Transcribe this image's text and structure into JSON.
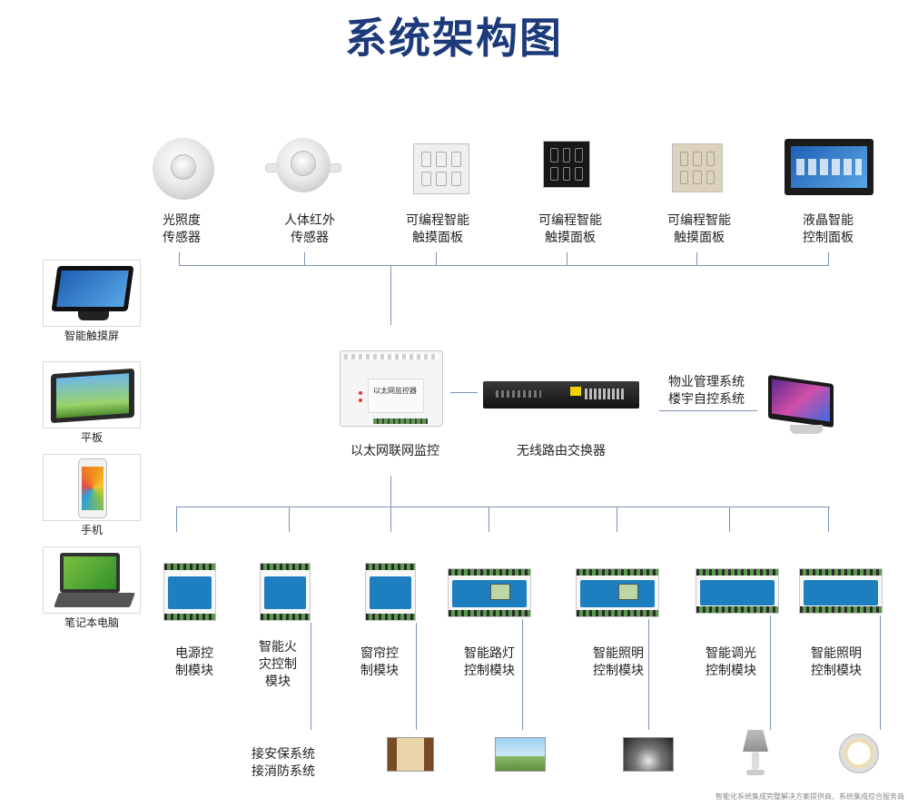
{
  "title": "系统架构图",
  "top_devices": [
    {
      "label": "光照度\n传感器",
      "icon": "light-sensor"
    },
    {
      "label": "人体红外\n传感器",
      "icon": "pir-sensor"
    },
    {
      "label": "可编程智能\n触摸面板",
      "icon": "touch-panel-white"
    },
    {
      "label": "可编程智能\n触摸面板",
      "icon": "touch-panel-black"
    },
    {
      "label": "可编程智能\n触摸面板",
      "icon": "touch-panel-champagne"
    },
    {
      "label": "液晶智能\n控制面板",
      "icon": "lcd-panel"
    }
  ],
  "clients": [
    {
      "label": "智能触摸屏",
      "icon": "touch-screen"
    },
    {
      "label": "平板",
      "icon": "tablet"
    },
    {
      "label": "手机",
      "icon": "phone"
    },
    {
      "label": "笔记本电脑",
      "icon": "laptop"
    }
  ],
  "core": {
    "ethernet_label": "以太网联网监控",
    "ethernet_device_text": "以太网监控器",
    "router_label": "无线路由交换器",
    "property_label": "物业管理系统\n楼宇自控系统"
  },
  "modules": [
    {
      "label": "电源控\n制模块"
    },
    {
      "label": "智能火\n灾控制\n模块"
    },
    {
      "label": "窗帘控\n制模块"
    },
    {
      "label": "智能路灯\n控制模块"
    },
    {
      "label": "智能照明\n控制模块"
    },
    {
      "label": "智能调光\n控制模块"
    },
    {
      "label": "智能照明\n控制模块"
    }
  ],
  "security_label": "接安保系统\n接消防系统",
  "bottom_icons": [
    "curtain-photo",
    "street-light-photo",
    "hall-lighting-photo",
    "table-lamp-icon",
    "downlight-icon"
  ],
  "footnote": "智能化系统集成完整解决方案提供商、系统集成综合服务商",
  "colors": {
    "title": "#1d3a7a",
    "wire": "#7f92b8",
    "module_face": "#1e7fc0"
  }
}
